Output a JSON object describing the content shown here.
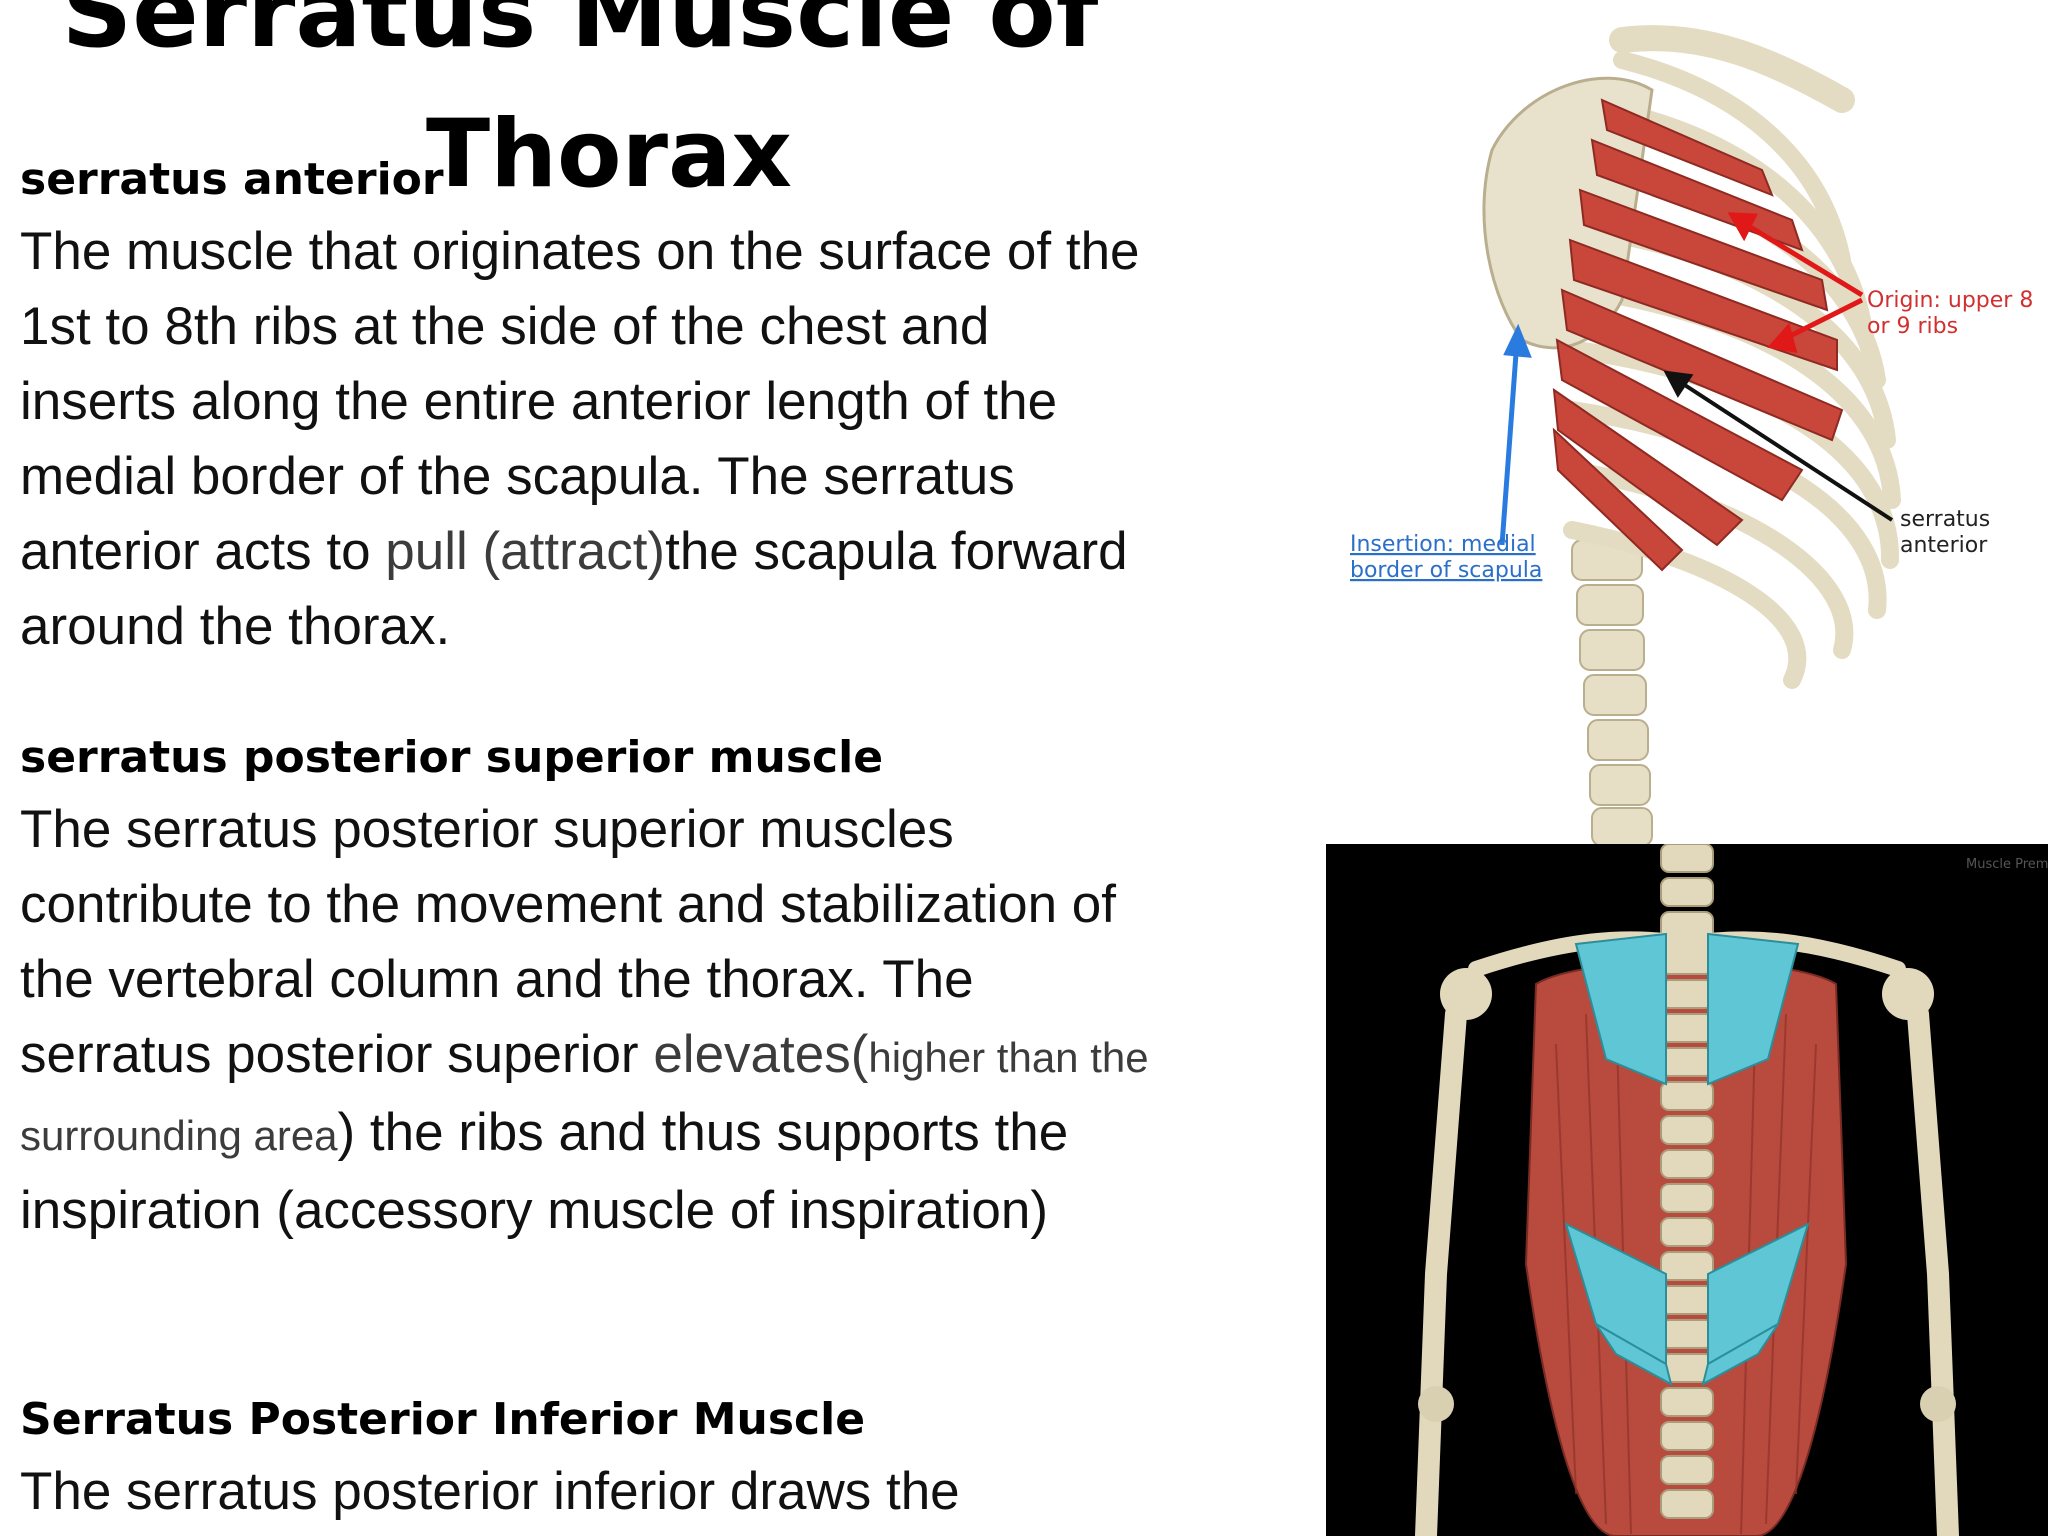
{
  "slide": {
    "title_line1": "Serratus Muscle of",
    "title_line2": "Thorax"
  },
  "sections": [
    {
      "heading": "serratus anterior",
      "body_a": "The muscle that originates on the surface of the 1st to 8th ribs at the side of the chest and inserts along the entire anterior length of the medial border of the scapula. The serratus anterior acts to ",
      "body_b": "pull (attract)",
      "body_c": "the scapula forward around the thorax."
    },
    {
      "heading": "serratus posterior superior muscle",
      "body_a": "The serratus posterior superior muscles contribute to the movement and stabilization of the vertebral column and the thorax. The serratus posterior superior ",
      "body_b": "elevates(",
      "body_c": "higher than the surrounding area",
      "body_d": ") the ribs and thus supports the inspiration (accessory muscle of inspiration)"
    },
    {
      "heading": "Serratus Posterior Inferior Muscle",
      "body_a": "The serratus posterior inferior draws the"
    }
  ],
  "figure_top": {
    "label_origin_1": "Origin: upper 8",
    "label_origin_2": "or 9 ribs",
    "label_insertion_1": "Insertion: medial",
    "label_insertion_2": "border of scapula",
    "label_serratus_1": "serratus",
    "label_serratus_2": "anterior"
  },
  "figure_bottom": {
    "watermark": "Muscle Premium"
  },
  "colors": {
    "muscle_red": "#c8463a",
    "bone": "#e8e2cc",
    "highlight_teal": "#5ec6d4",
    "arrow_red": "#e01818",
    "arrow_blue": "#2a7be0",
    "label_blue": "#2a6fc9",
    "label_red": "#d23030"
  }
}
